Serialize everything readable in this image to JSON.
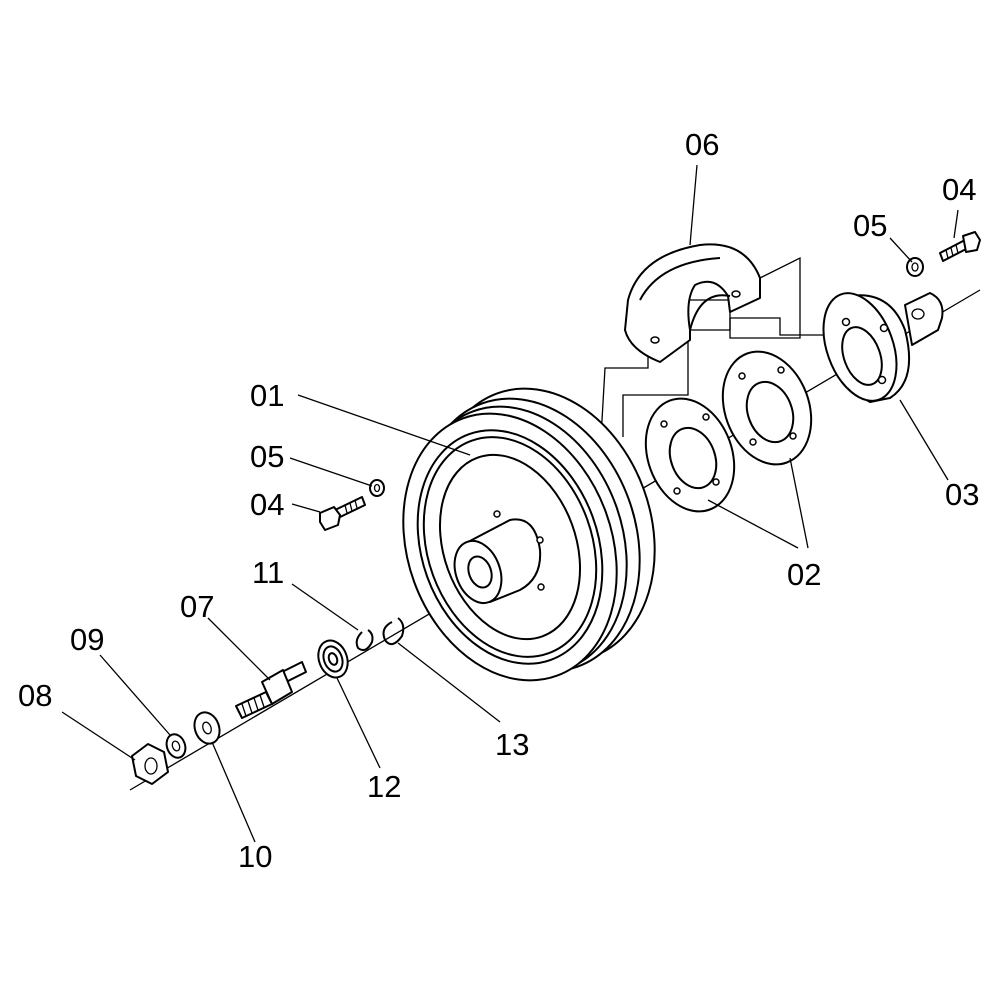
{
  "labels": {
    "l01": "01",
    "l02": "02",
    "l03": "03",
    "l04_right": "04",
    "l04_left": "04",
    "l05_right": "05",
    "l05_left": "05",
    "l06": "06",
    "l07": "07",
    "l08": "08",
    "l09": "09",
    "l10": "10",
    "l11": "11",
    "l12": "12",
    "l13": "13"
  },
  "colors": {
    "line": "#000000",
    "background": "#ffffff"
  }
}
